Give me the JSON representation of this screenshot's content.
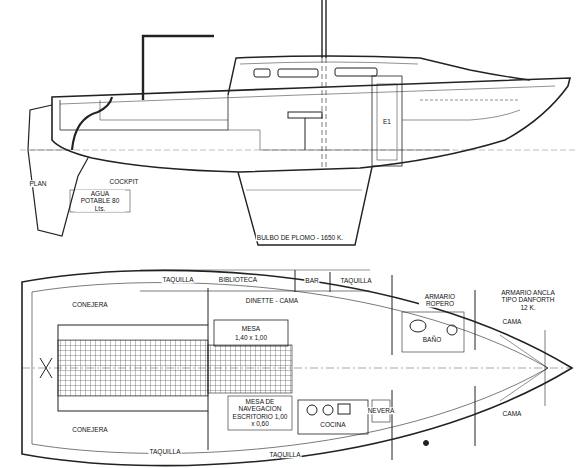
{
  "diagram": {
    "labels": [
      "PLAN",
      "COCKPIT",
      "AGUA POTABLE 80 Lts.",
      "E1",
      "BULBO DE PLOMO - 1650 K.",
      "TAQUILLA",
      "BIBLIOTECA",
      "BAR",
      "TAQUILLA",
      "DINETTE - CAMA",
      "ARMARIO ROPERO",
      "BAÑO",
      "CAMA",
      "CAMA",
      "ARMARIO ANCLA TIPO DANFORTH 12 K.",
      "CONEJERA",
      "CONEJERA",
      "MESA",
      "1,40 x 1,00",
      "MESA DE NAVEGACION ESCRITORIO 1,00 x 0,60",
      "COCINA",
      "NEVERA",
      "TAQUILLA",
      "TAQUILLA"
    ]
  }
}
